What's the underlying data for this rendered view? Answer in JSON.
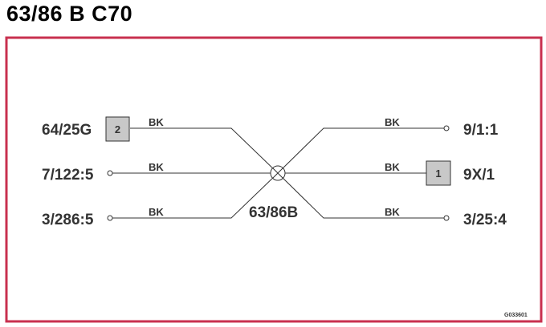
{
  "title": "63/86 B C70",
  "frame_color": "#c8304f",
  "center": {
    "label": "63/86B"
  },
  "left": [
    {
      "label": "64/25G",
      "box": "2",
      "wire": "BK"
    },
    {
      "label": "7/122:5",
      "wire": "BK"
    },
    {
      "label": "3/286:5",
      "wire": "BK"
    }
  ],
  "right": [
    {
      "label": "9/1:1",
      "wire": "BK"
    },
    {
      "label": "9X/1",
      "box": "1",
      "wire": "BK"
    },
    {
      "label": "3/25:4",
      "wire": "BK"
    }
  ],
  "ref_code": "G033601"
}
